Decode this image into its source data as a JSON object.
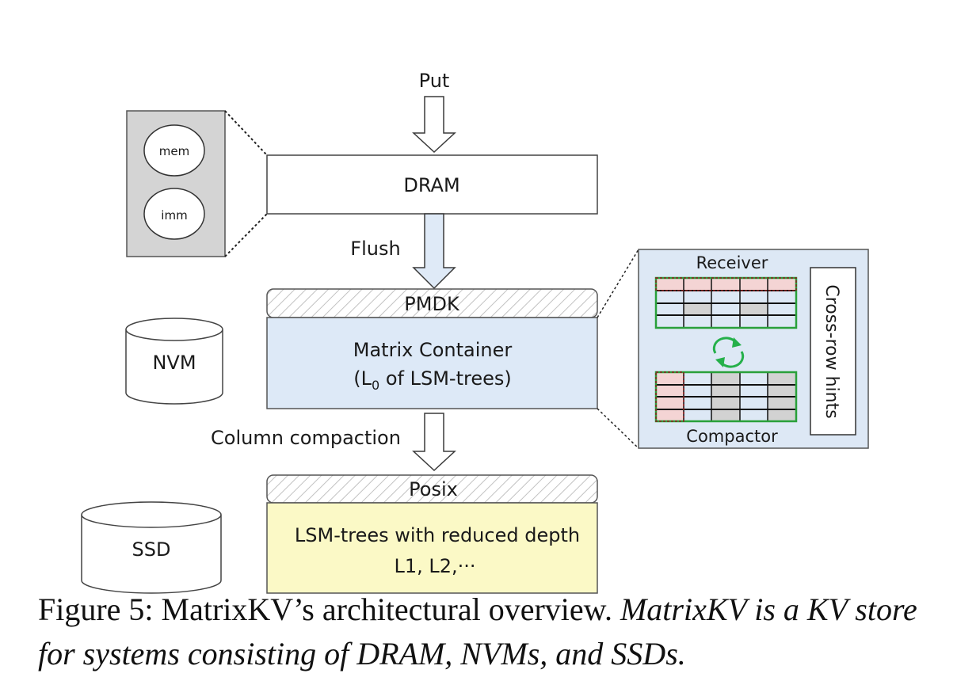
{
  "labels": {
    "put": "Put",
    "dram": "DRAM",
    "mem": "mem",
    "imm": "imm",
    "flush": "Flush",
    "pmdk": "PMDK",
    "matrix_container": "Matrix Container",
    "l0_open": "(L",
    "l0_sub": "0",
    "l0_rest": " of LSM-trees)",
    "nvm": "NVM",
    "receiver": "Receiver",
    "compactor": "Compactor",
    "cross_row_hints": "Cross-row hints",
    "column_compaction": "Column compaction",
    "posix": "Posix",
    "ssd": "SSD",
    "lsm_reduced": "LSM-trees with reduced depth",
    "levels": "L1, L2,···"
  },
  "caption": {
    "prefix": "Figure 5: MatrixKV’s architectural overview.",
    "italic": "MatrixKV is a KV store for systems consisting of DRAM, NVMs, and SSDs."
  },
  "colors": {
    "matrix_fill": "#dde9f7",
    "panel_fill": "#dde8f5",
    "lsm_fill": "#fbf9c6",
    "memtable_bg": "#d4d4d4",
    "arrow_fill": "#dfeaf7",
    "grid_pink": "#f4d4d4",
    "grid_grey": "#d2d2d2",
    "grid_green": "#29a03a",
    "grid_red": "#8b1d1d",
    "cycle_green": "#25b04a"
  }
}
